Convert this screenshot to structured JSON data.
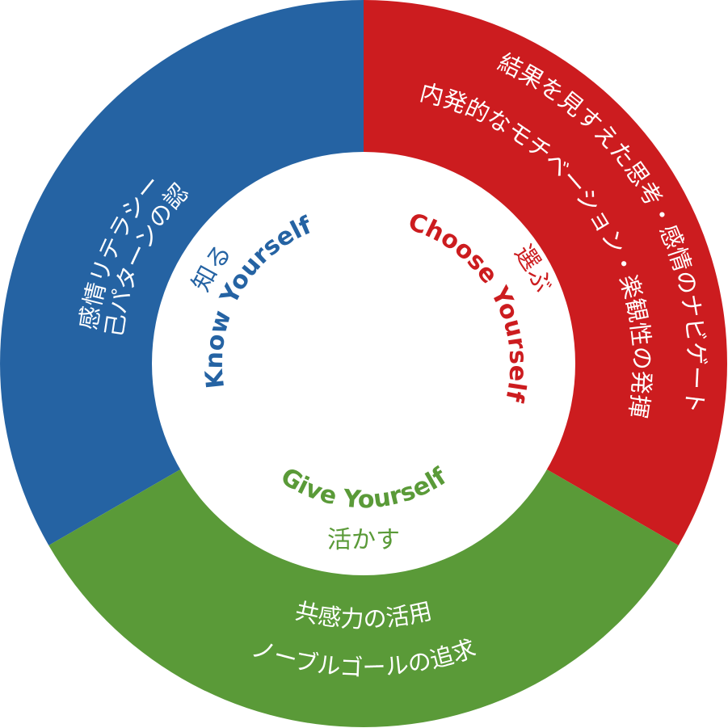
{
  "colors": {
    "know": "#2563a3",
    "choose": "#cc1c1f",
    "give": "#5a9a38",
    "center": "#ffffff"
  },
  "segments": {
    "know": {
      "line1": "感情リテラシー",
      "line2": "自己パターンの認識",
      "english": "Know Yourself",
      "japanese": "知る"
    },
    "choose": {
      "line1": "結果を見すえた思考・感情のナビゲート",
      "line2": "内発的なモチベーション・楽観性の発揮",
      "english": "Choose Yourself",
      "japanese": "選ぶ"
    },
    "give": {
      "line1": "共感力の活用",
      "line2": "ノーブルゴールの追求",
      "english": "Give Yourself",
      "japanese": "活かす"
    }
  }
}
